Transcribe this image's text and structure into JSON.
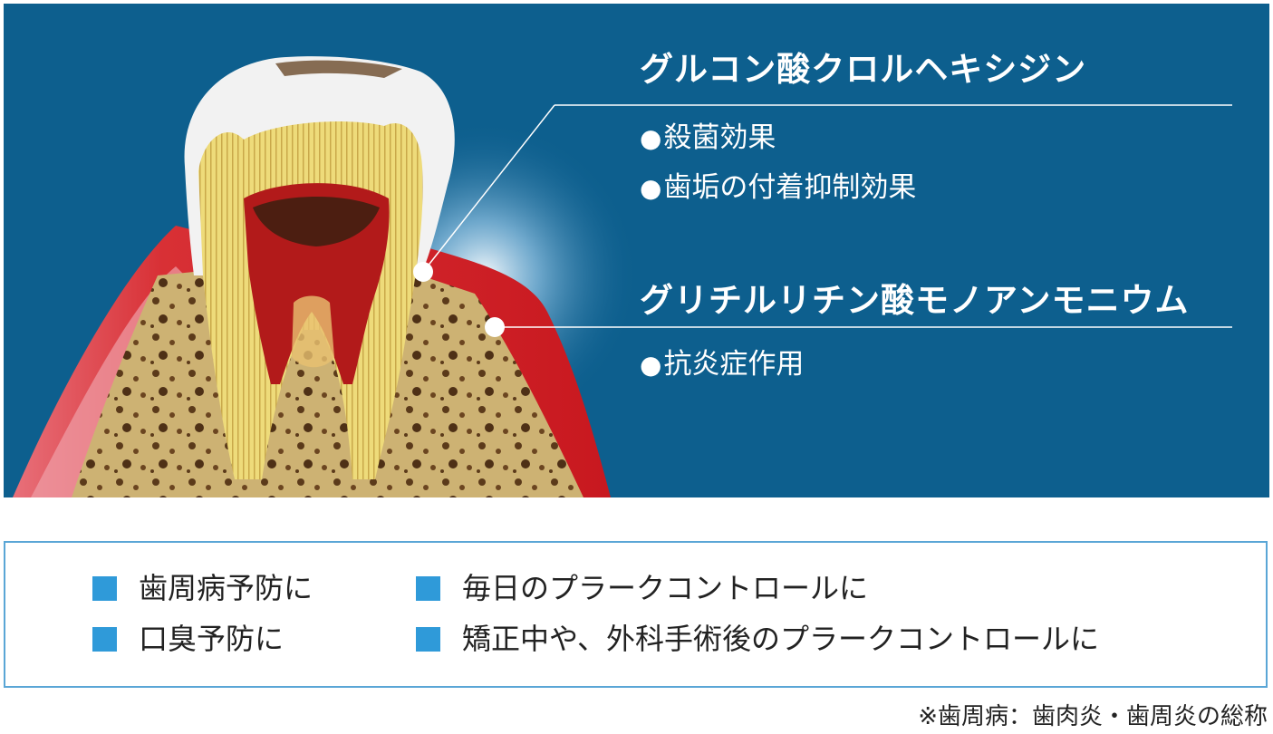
{
  "ingredients": [
    {
      "name": "グルコン酸クロルヘキシジン",
      "effects": [
        "殺菌効果",
        "歯垢の付着抑制効果"
      ]
    },
    {
      "name": "グリチルリチン酸モノアンモニウム",
      "effects": [
        "抗炎症作用"
      ]
    }
  ],
  "bullet": "●",
  "usage": [
    "歯周病予防に",
    "口臭予防に",
    "毎日のプラークコントロールに",
    "矯正中や、外科手術後のプラークコントロールに"
  ],
  "footnote": "※歯周病：歯肉炎・歯周炎の総称",
  "colors": {
    "background": "#0d5f8e",
    "gum": "#d4232a",
    "bone": "#cdb273",
    "enamel": "#f2f2f2",
    "dentin": "#eedb7a",
    "pulp": "#b21a1a",
    "usage_square": "#2f9ad9",
    "usage_border": "#5aa6d6"
  }
}
